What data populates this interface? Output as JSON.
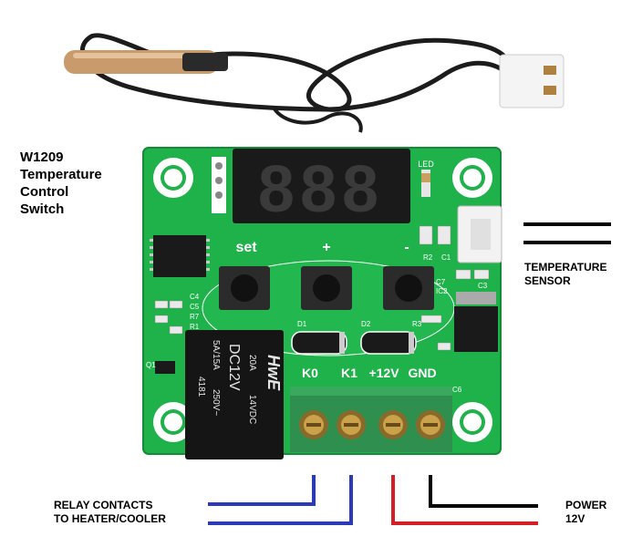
{
  "title": {
    "line1": "W1209",
    "line2": "Temperature",
    "line3": "Control",
    "line4": "Switch"
  },
  "callouts": {
    "temperature_sensor_1": "TEMPERATURE",
    "temperature_sensor_2": "SENSOR",
    "relay_1": "RELAY CONTACTS",
    "relay_2": "TO HEATER/COOLER",
    "power_1": "POWER",
    "power_2": "12V"
  },
  "board": {
    "display_digits": "888",
    "led_label": "LED",
    "set_label": "set",
    "plus_label": "+",
    "minus_label": "-",
    "terminal_labels": [
      "K0",
      "K1",
      "+12V",
      "GND"
    ],
    "component_labels": [
      "C4",
      "C5",
      "R7",
      "R1",
      "Q1",
      "D1",
      "D2",
      "R3",
      "R2",
      "C1",
      "C7",
      "IC2",
      "C6",
      "C3"
    ]
  },
  "relay": {
    "brand": "HwE",
    "model": "DC12V",
    "ratings": [
      "20A",
      "14VDC",
      "5A/15A",
      "250V~",
      "4181"
    ]
  },
  "colors": {
    "pcb": "#1fb14a",
    "pcb_dark": "#158a37",
    "display": "#1a1a1a",
    "segment": "#3a3a3a",
    "relay": "#151515",
    "terminal": "#2f8f4e",
    "wire_blue": "#2b3bb8",
    "wire_red": "#d41f24",
    "wire_black": "#000000",
    "cable": "#1c1c1c",
    "probe": "#c89a6c"
  }
}
